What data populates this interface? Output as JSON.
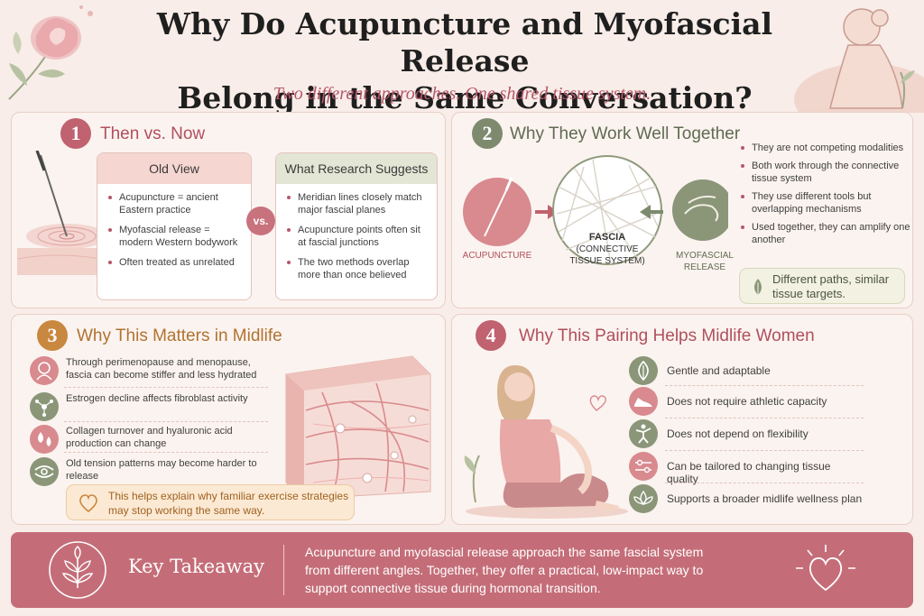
{
  "header": {
    "title_line1": "Why Do Acupuncture and Myofascial Release",
    "title_line2": "Belong in the Same Conversation?",
    "subtitle": "Two different approaches. One shared tissue system."
  },
  "section1": {
    "number": "1",
    "heading": "Then vs. Now",
    "old_view": {
      "title": "Old View",
      "items": [
        "Acupuncture = ancient Eastern practice",
        "Myofascial release = modern Western bodywork",
        "Often treated as unrelated"
      ]
    },
    "vs": "vs.",
    "research": {
      "title": "What Research Suggests",
      "items": [
        "Meridian lines closely match major fascial planes",
        "Acupuncture points often sit at fascial junctions",
        "The two methods overlap more than once believed"
      ]
    }
  },
  "section2": {
    "number": "2",
    "heading": "Why They Work Well Together",
    "left_label": "ACUPUNCTURE",
    "center_label1": "FASCIA",
    "center_label2": "(CONNECTIVE",
    "center_label3": "TISSUE SYSTEM)",
    "right_label1": "MYOFASCIAL",
    "right_label2": "RELEASE",
    "bullets": [
      "They are not competing modalities",
      "Both work through the connective tissue system",
      "They use different tools but overlapping mechanisms",
      "Used together, they can amplify one another"
    ],
    "callout": "Different paths, similar tissue targets."
  },
  "section3": {
    "number": "3",
    "heading": "Why This Matters in Midlife",
    "items": [
      {
        "icon": "woman-profile-icon",
        "text": "Through perimenopause and menopause, fascia can become stiffer and less hydrated"
      },
      {
        "icon": "molecule-icon",
        "text": "Estrogen decline affects fibroblast activity"
      },
      {
        "icon": "droplets-icon",
        "text": "Collagen turnover and hyaluronic acid production can change"
      },
      {
        "icon": "knot-icon",
        "text": "Old tension patterns may become harder to release"
      }
    ],
    "callout": "This helps explain why familiar exercise strategies may stop working the same way."
  },
  "section4": {
    "number": "4",
    "heading": "Why This Pairing Helps Midlife Women",
    "items": [
      {
        "icon": "leaf-icon",
        "text": "Gentle and adaptable"
      },
      {
        "icon": "shoe-icon",
        "text": "Does not require athletic capacity"
      },
      {
        "icon": "stretch-figure-icon",
        "text": "Does not depend on flexibility"
      },
      {
        "icon": "sliders-icon",
        "text": "Can be tailored to changing tissue quality"
      },
      {
        "icon": "lotus-icon",
        "text": "Supports a broader midlife wellness plan"
      }
    ]
  },
  "takeaway": {
    "label": "Key Takeaway",
    "text_line1": "Acupuncture and myofascial release approach the same fascial system",
    "text_line2": "from different angles. Together, they offer a practical, low-impact way to",
    "text_line3": "support connective tissue during hormonal transition."
  },
  "colors": {
    "rose": "#c0626f",
    "sage": "#7d8a6e",
    "amber": "#c9883f",
    "banner": "#c46d78"
  }
}
